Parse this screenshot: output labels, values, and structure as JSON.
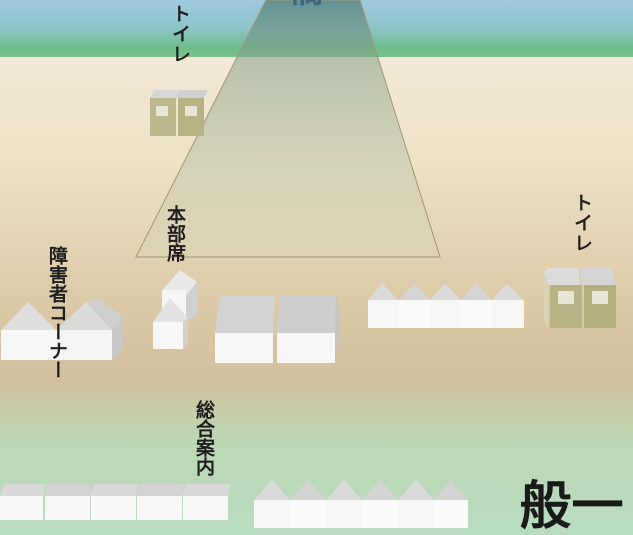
{
  "map": {
    "bridge_label": "橋",
    "toilet_left": "トイレ",
    "toilet_right": "トイレ",
    "hq_label": "本部席",
    "accessible_label": "障害者コーナー",
    "info_label": "総合案内",
    "bottom_label": "一般"
  },
  "colors": {
    "river": "#8ec4c8",
    "ground": "#efe3c9",
    "lawn": "#b9dcc0",
    "tent_roof": "#d2d2d2",
    "tent_wall": "#f7f7f7",
    "toilet": "#bfb98e"
  }
}
